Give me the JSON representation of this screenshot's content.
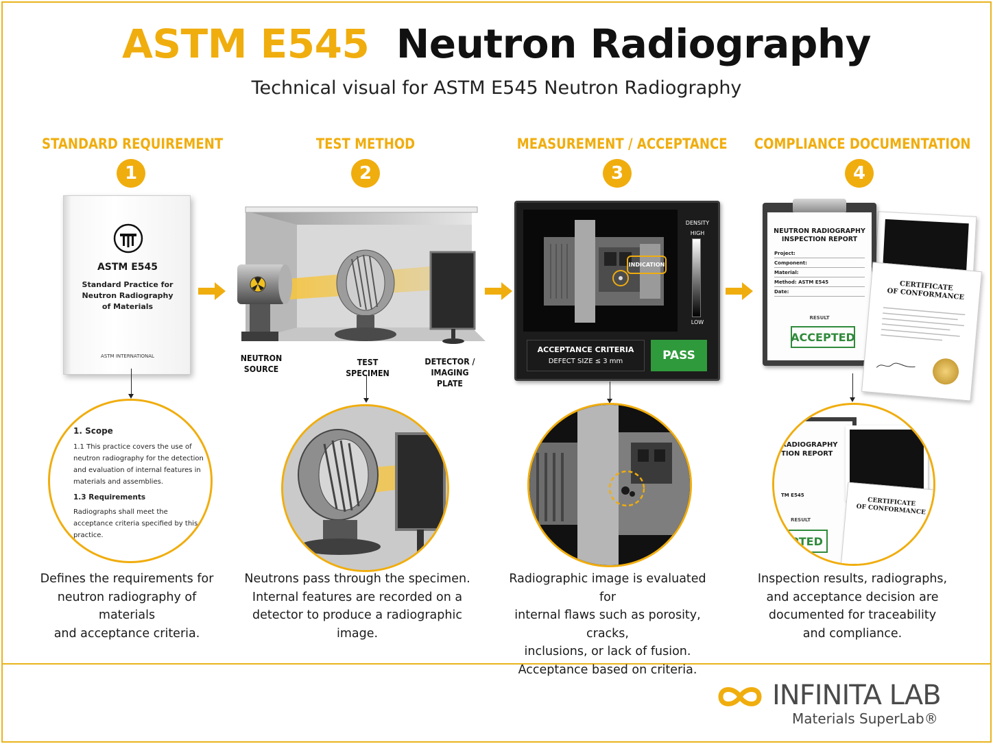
{
  "header": {
    "title_accent": "ASTM E545",
    "title_main": "Neutron Radiography",
    "subtitle": "Technical visual for ASTM E545 Neutron Radiography"
  },
  "steps": [
    {
      "number": "1",
      "heading": "STANDARD REQUIREMENT",
      "caption_lines": [
        "Defines the requirements for",
        "neutron radiography of materials",
        "and acceptance criteria."
      ]
    },
    {
      "number": "2",
      "heading": "TEST METHOD",
      "caption_lines": [
        "Neutrons pass through the specimen.",
        "Internal features are recorded on a",
        "detector to produce a radiographic image."
      ]
    },
    {
      "number": "3",
      "heading": "MEASUREMENT / ACCEPTANCE",
      "caption_lines": [
        "Radiographic image is evaluated for",
        "internal flaws such as porosity, cracks,",
        "inclusions, or lack of fusion.",
        "Acceptance based on criteria."
      ]
    },
    {
      "number": "4",
      "heading": "COMPLIANCE DOCUMENTATION",
      "caption_lines": [
        "Inspection results, radiographs,",
        "and acceptance decision are",
        "documented for traceability",
        "and compliance."
      ]
    }
  ],
  "book": {
    "logo_text": "ASTM",
    "code": "ASTM E545",
    "title_lines": [
      "Standard Practice for",
      "Neutron Radiography",
      "of Materials"
    ],
    "publisher": "ASTM INTERNATIONAL"
  },
  "scope": {
    "heading": "1.  Scope",
    "p1": "1.1  This practice covers the use of neutron radiography for the detection and evaluation of internal features in materials and assemblies.",
    "heading2": "1.3  Requirements",
    "p2": "Radiographs shall meet the acceptance criteria specified by this practice."
  },
  "setup_labels": {
    "source_l1": "NEUTRON",
    "source_l2": "SOURCE",
    "specimen_l1": "TEST",
    "specimen_l2": "SPECIMEN",
    "detector_l1": "DETECTOR /",
    "detector_l2": "IMAGING PLATE"
  },
  "monitor": {
    "density_label": "DENSITY",
    "high": "HIGH",
    "low": "LOW",
    "indication": "INDICATION",
    "criteria_title": "ACCEPTANCE CRITERIA",
    "criteria_value": "DEFECT SIZE ≤ 3 mm",
    "pass": "PASS"
  },
  "report": {
    "title_l1": "NEUTRON RADIOGRAPHY",
    "title_l2": "INSPECTION REPORT",
    "fields": [
      "Project:",
      "Component:",
      "Material:",
      "Method: ASTM E545",
      "Date:"
    ],
    "result_label": "RESULT",
    "stamp": "ACCEPTED"
  },
  "certificate": {
    "title_l1": "CERTIFICATE",
    "title_l2": "OF CONFORMANCE"
  },
  "zoom_report": {
    "t1": "RADIOGRAPHY",
    "t2": "TION REPORT",
    "method": "TM E545",
    "result": "RESULT",
    "stamp": "EPTED",
    "cert_l1": "CERTIFICATE",
    "cert_l2": "OF CONFORMANCE"
  },
  "brand": {
    "name": "INFINITA LAB",
    "tagline": "Materials SuperLab®"
  },
  "colors": {
    "accent": "#f0ad0e",
    "pass_green": "#2f9a3c",
    "text": "#1a1a1a"
  }
}
